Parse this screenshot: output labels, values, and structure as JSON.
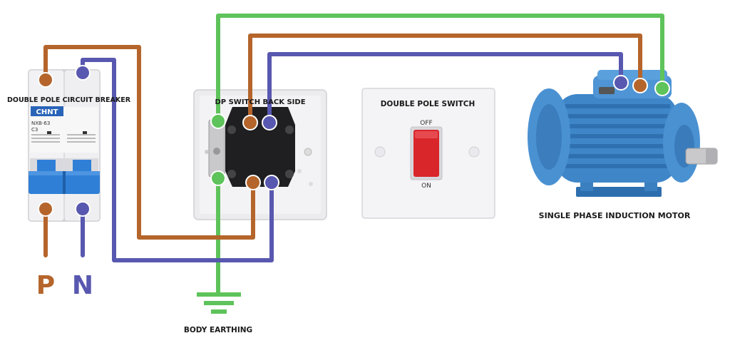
{
  "labels": {
    "breaker_title": "DOUBLE POLE CIRCUIT BREAKER",
    "breaker_brand": "CHNT",
    "breaker_model": "NXB-63",
    "breaker_rating": "C3",
    "switch_back_title": "DP SWITCH BACK SIDE",
    "switch_front_title": "DOUBLE POLE SWITCH",
    "switch_off": "OFF",
    "switch_on": "ON",
    "motor_title": "SINGLE PHASE INDUCTION MOTOR",
    "phase": "P",
    "neutral": "N",
    "earth": "BODY EARTHING"
  },
  "colors": {
    "phase_wire": "#b5652b",
    "neutral_wire": "#5858b0",
    "earth_wire": "#5ec35a",
    "motor_body": "#3f86c8",
    "breaker_handle": "#2f7fd6",
    "switch_rocker": "#d9262b"
  }
}
